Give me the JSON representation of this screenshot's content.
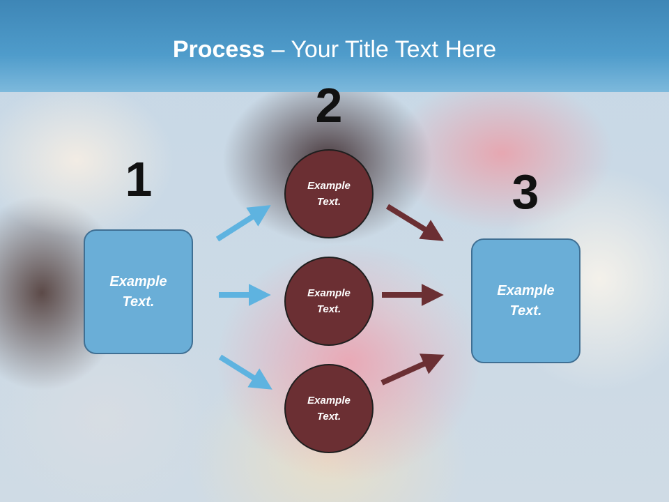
{
  "title": {
    "bold": "Process",
    "rest": " – Your Title Text Here"
  },
  "steps": [
    {
      "number": "1",
      "box": {
        "line1": "Example",
        "line2": "Text."
      }
    },
    {
      "number": "2",
      "circles": [
        {
          "line1": "Example",
          "line2": "Text."
        },
        {
          "line1": "Example",
          "line2": "Text."
        },
        {
          "line1": "Example",
          "line2": "Text."
        }
      ]
    },
    {
      "number": "3",
      "box": {
        "line1": "Example",
        "line2": "Text."
      }
    }
  ],
  "colors": {
    "header": "#4f9ccb",
    "box_fill": "#6aaed7",
    "circle_fill": "#6b2f33",
    "arrow_blue": "#5eb3e0",
    "arrow_brown": "#6b2f33"
  },
  "background": "blurred cupcakes photo"
}
